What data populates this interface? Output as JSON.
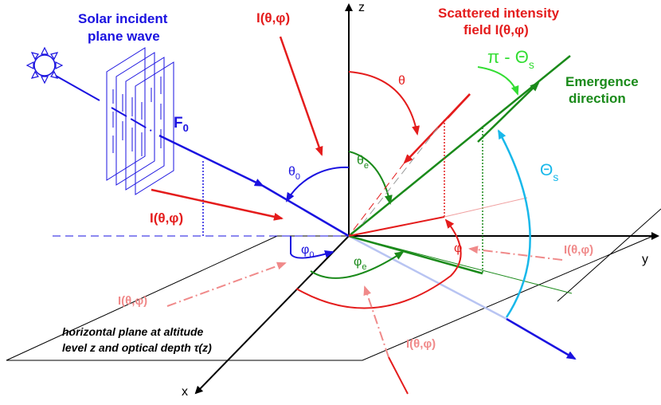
{
  "labels": {
    "solar_wave_line1": "Solar incident",
    "solar_wave_line2": "plane wave",
    "f0": "F",
    "f0_sub": "0",
    "scattered_line1": "Scattered intensity",
    "scattered_line2": "field I(θ,φ)",
    "emergence_line1": "Emergence",
    "emergence_line2": "direction",
    "pi_minus_theta": "π - Θ",
    "pi_minus_theta_sub": "s",
    "theta_s": "Θ",
    "theta_s_sub": "s",
    "intensity": "I(θ,φ)",
    "theta": "θ",
    "theta0": "θ",
    "theta0_sub": "0",
    "thetae": "θ",
    "thetae_sub": "e",
    "phi": "φ",
    "phi0": "φ",
    "phi0_sub": "0",
    "phie": "φ",
    "phie_sub": "e",
    "axis_x": "x",
    "axis_y": "y",
    "axis_z": "z",
    "plane_line1": "horizontal plane at altitude",
    "plane_line2": "level z and optical depth τ(z)"
  },
  "colors": {
    "blue": "#1a12e0",
    "red": "#e41c1c",
    "green": "#1a8a1a",
    "pink": "#f08a8a",
    "cyan": "#18b8ea",
    "light_blue": "#b8c4f2",
    "black": "#000000"
  }
}
